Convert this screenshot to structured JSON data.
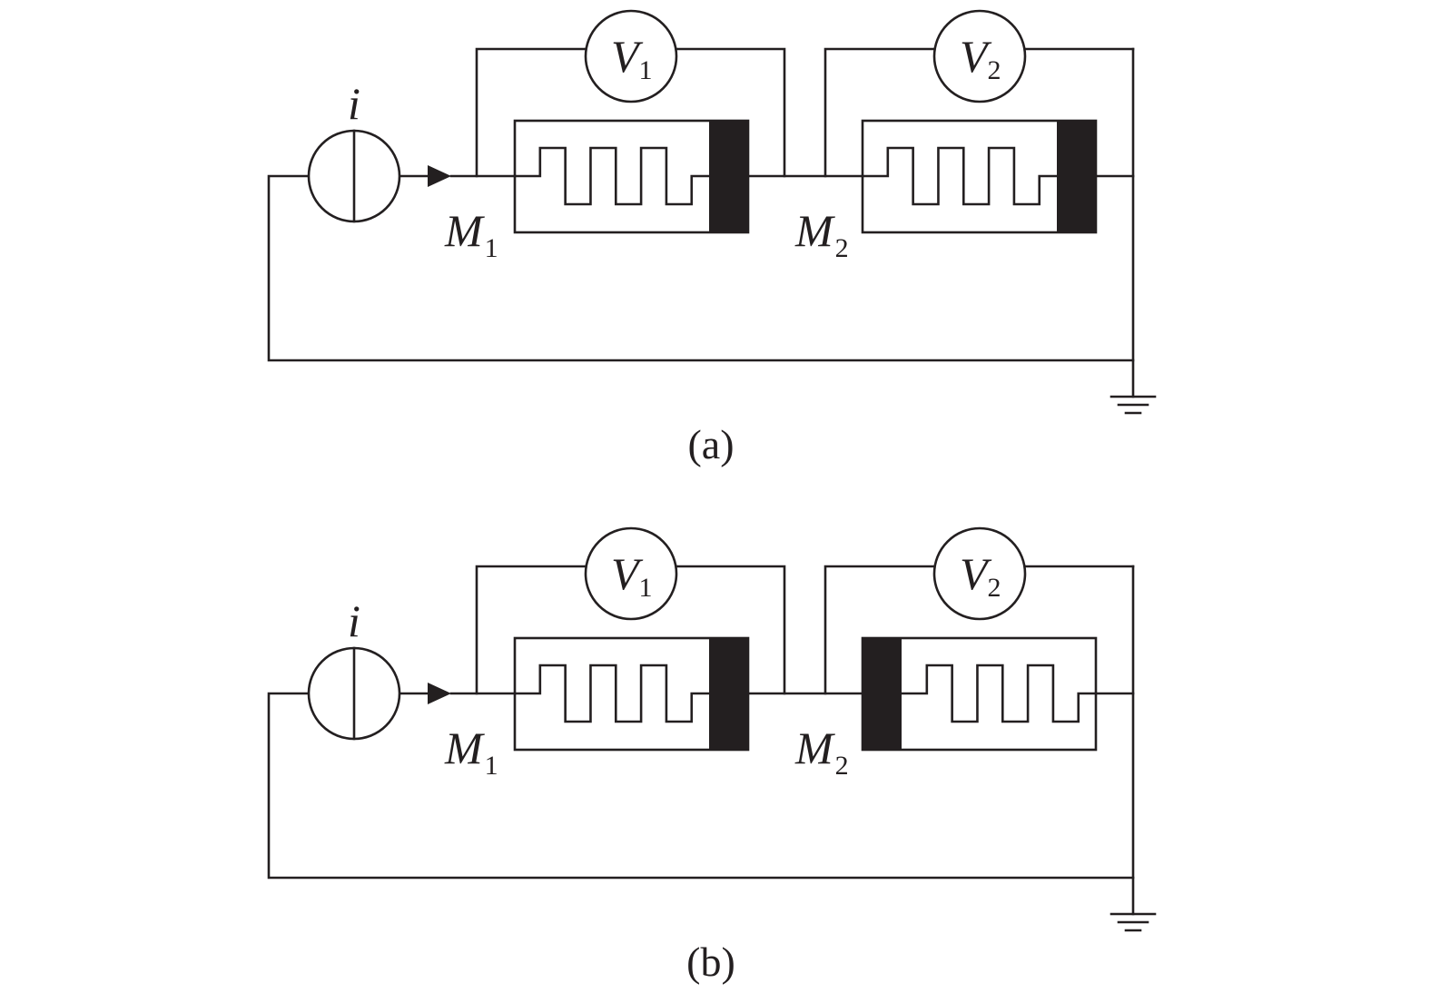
{
  "colors": {
    "ink": "#231f20",
    "background": "#ffffff"
  },
  "panels": [
    {
      "id": "a",
      "caption": "(a)",
      "source_label": "i",
      "voltmeters": [
        {
          "letter": "V",
          "index": "1"
        },
        {
          "letter": "V",
          "index": "2"
        }
      ],
      "memristors": [
        {
          "letter": "M",
          "index": "1",
          "polarity_bar": "right"
        },
        {
          "letter": "M",
          "index": "2",
          "polarity_bar": "right"
        }
      ]
    },
    {
      "id": "b",
      "caption": "(b)",
      "source_label": "i",
      "voltmeters": [
        {
          "letter": "V",
          "index": "1"
        },
        {
          "letter": "V",
          "index": "2"
        }
      ],
      "memristors": [
        {
          "letter": "M",
          "index": "1",
          "polarity_bar": "right"
        },
        {
          "letter": "M",
          "index": "2",
          "polarity_bar": "left"
        }
      ]
    }
  ]
}
